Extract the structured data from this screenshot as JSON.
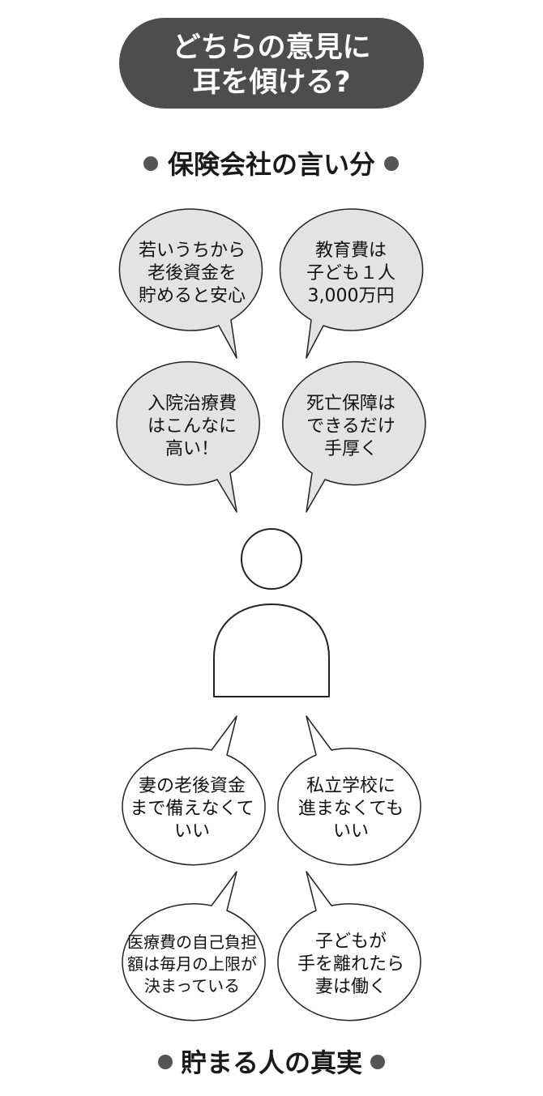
{
  "title": {
    "lines": [
      "どちらの意見に",
      "耳を傾ける?"
    ]
  },
  "colors": {
    "title_bg": "#4d4d4d",
    "upper_bubble_fill": "#e3e3e3",
    "lower_bubble_fill": "#ffffff",
    "bullet": "#555555"
  },
  "top_heading": {
    "text": "保険会社の言い分"
  },
  "bottom_heading": {
    "text": "貯まる人の真実"
  },
  "insurer_claims": [
    {
      "lines": [
        "若いうちから",
        "老後資金を",
        "貯めると安心"
      ]
    },
    {
      "lines": [
        "教育費は",
        "子ども１人",
        "3,000万円"
      ]
    },
    {
      "lines": [
        "入院治療費",
        "はこんなに",
        "高い！"
      ]
    },
    {
      "lines": [
        "死亡保障は",
        "できるだけ",
        "手厚く"
      ]
    }
  ],
  "saver_truths": [
    {
      "lines": [
        "妻の老後資金",
        "まで備えなくて",
        "いい"
      ]
    },
    {
      "lines": [
        "私立学校に",
        "進まなくても",
        "いい"
      ]
    },
    {
      "lines": [
        "医療費の自己負担",
        "額は毎月の上限が",
        "決まっている"
      ]
    },
    {
      "lines": [
        "子どもが",
        "手を離れたら",
        "妻は働く"
      ]
    }
  ]
}
